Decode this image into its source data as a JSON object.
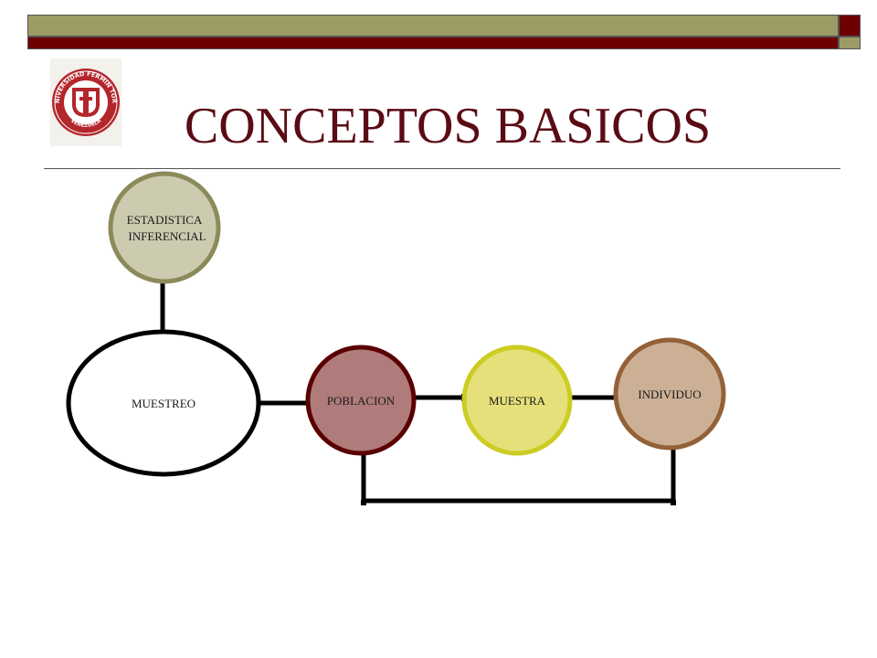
{
  "slide": {
    "title": "CONCEPTOS BASICOS"
  },
  "logo": {
    "top_text": "UNIVERSIDAD FERMIN TORO",
    "bottom_text": "VENEZUELA",
    "monogram": "UFT"
  },
  "diagram": {
    "nodes": {
      "estadistica_line1": "ESTADISTICA",
      "estadistica_line2": "INFERENCIAL",
      "muestreo": "MUESTREO",
      "poblacion": "POBLACION",
      "muestra": "MUESTRA",
      "individuo": "INDIVIDUO"
    }
  },
  "colors": {
    "title": "#5a0b14",
    "bar_olive": "#9c9b66",
    "bar_red": "#6e0000",
    "estadistica_fill": "#cccbb0",
    "estadistica_stroke": "#8c8a5a",
    "poblacion_fill": "#b07b7b",
    "poblacion_stroke": "#5b0000",
    "muestra_fill": "#e5e07a",
    "muestra_stroke": "#cccc22",
    "individuo_fill": "#ccb096",
    "individuo_stroke": "#946037"
  }
}
